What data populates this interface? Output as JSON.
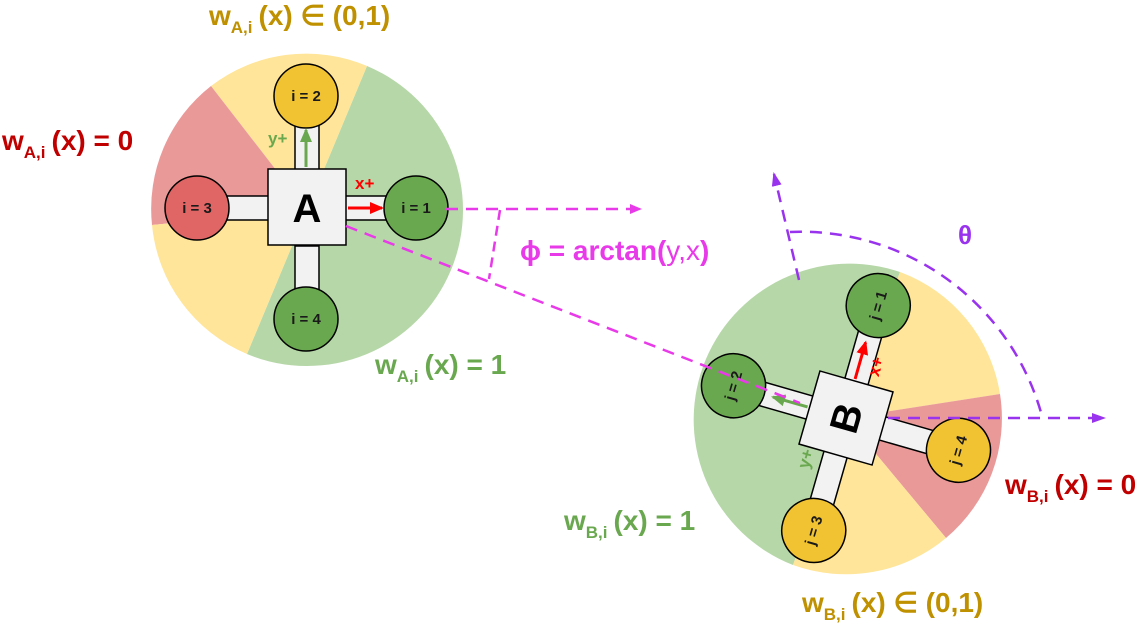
{
  "colors": {
    "green_sector": "#b6d7a8",
    "yellow_sector": "#ffe599",
    "red_sector": "#ea9999",
    "green_node": "#6aa84f",
    "yellow_node": "#f1c232",
    "red_node": "#e06666",
    "magenta": "#e83ae8",
    "purple": "#9933ee",
    "red_text": "#c00000",
    "green_text": "#6aa84f",
    "gold_text": "#bf9000",
    "x_arrow": "#ff0000",
    "y_arrow": "#6aa84f"
  },
  "robot_a": {
    "center_label": "A",
    "nodes": [
      "i = 1",
      "i = 2",
      "i = 3",
      "i = 4"
    ],
    "x_axis": "x+",
    "y_axis": "y+",
    "labels": {
      "yellow": {
        "w": "w",
        "sub": "A,i",
        "expr": "(x) ∈ (0,1)"
      },
      "red": {
        "w": "w",
        "sub": "A,i",
        "expr": "(x) = 0"
      },
      "green": {
        "w": "w",
        "sub": "A,i",
        "expr": "(x) = 1"
      }
    }
  },
  "robot_b": {
    "center_label": "B",
    "nodes": [
      "j = 1",
      "j = 2",
      "j = 3",
      "j = 4"
    ],
    "x_axis": "x+",
    "y_axis": "y+",
    "labels": {
      "red": {
        "w": "w",
        "sub": "B,i",
        "expr": "(x) = 0"
      },
      "green": {
        "w": "w",
        "sub": "B,i",
        "expr": "(x) = 1"
      },
      "yellow": {
        "w": "w",
        "sub": "B,i",
        "expr": "(x) ∈ (0,1)"
      }
    }
  },
  "phi_label": {
    "symbol": "ϕ",
    "text": " = arctan(",
    "args": "y,x",
    "close": ")"
  },
  "theta_label": "θ"
}
